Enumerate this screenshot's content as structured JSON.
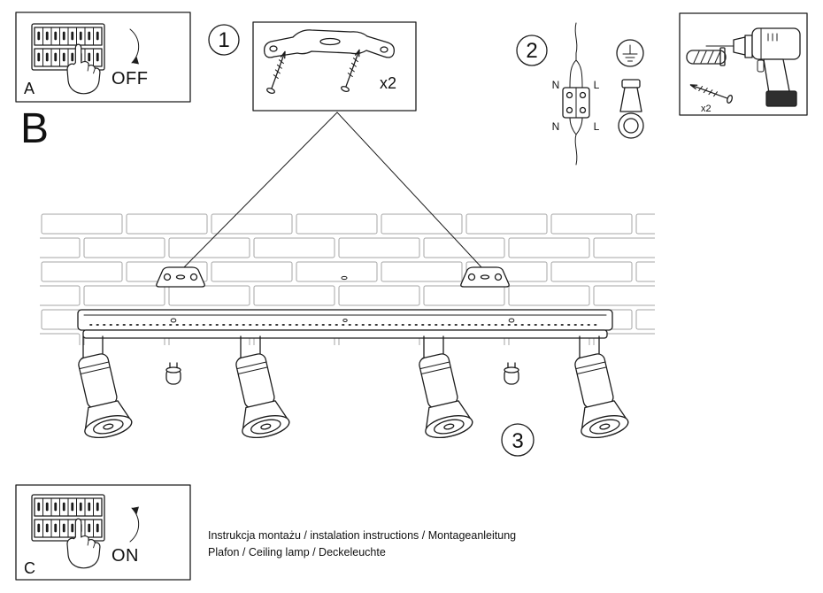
{
  "colors": {
    "ink": "#1c1c1c",
    "brick": "#a6a6a6",
    "background": "#ffffff"
  },
  "section_label": "B",
  "power_off": {
    "label": "A",
    "state": "OFF"
  },
  "power_on": {
    "label": "C",
    "state": "ON"
  },
  "step1": {
    "number": "1",
    "quantity": "x2"
  },
  "step2": {
    "number": "2",
    "n_top": "N",
    "l_top": "L",
    "n_bottom": "N",
    "l_bottom": "L"
  },
  "step3": {
    "number": "3"
  },
  "tools": {
    "quantity": "x2"
  },
  "footer": {
    "line1": "Instrukcja montażu / instalation instructions / Montageanleitung",
    "line2": "Plafon / Ceiling lamp / Deckeleuchte"
  }
}
